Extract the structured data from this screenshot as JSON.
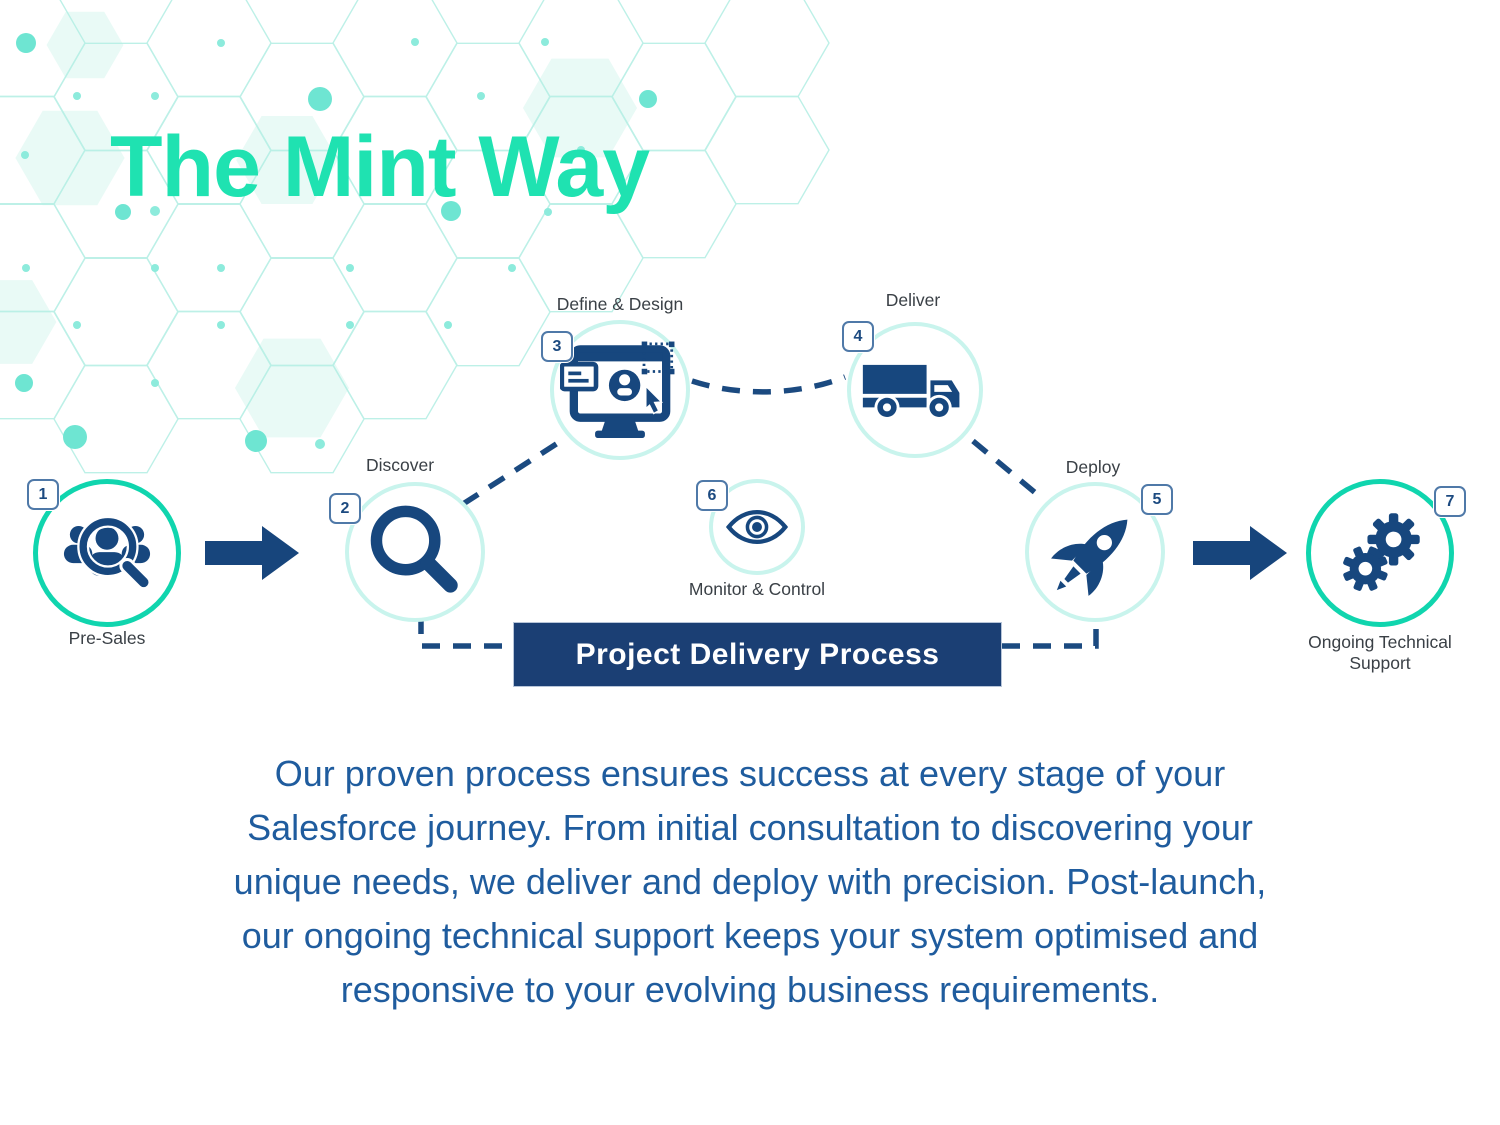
{
  "title": "The Mint Way",
  "banner": {
    "label": "Project Delivery Process"
  },
  "steps": [
    {
      "number": "1",
      "label": "Pre-Sales",
      "icon": "team-search-icon"
    },
    {
      "number": "2",
      "label": "Discover",
      "icon": "magnifier-icon"
    },
    {
      "number": "3",
      "label": "Define & Design",
      "icon": "design-monitor-icon"
    },
    {
      "number": "4",
      "label": "Deliver",
      "icon": "truck-icon"
    },
    {
      "number": "5",
      "label": "Deploy",
      "icon": "rocket-icon"
    },
    {
      "number": "6",
      "label": "Monitor & Control",
      "icon": "eye-icon"
    },
    {
      "number": "7",
      "label": "Ongoing Technical Support",
      "icon": "gears-icon"
    }
  ],
  "description": {
    "lines": [
      "Our proven process ensures success at every stage of your",
      "Salesforce journey. From initial consultation to discovering your",
      "unique needs, we deliver and deploy with precision. Post-launch,",
      "our ongoing technical support keeps your system optimised and",
      "responsive to your evolving business requirements."
    ]
  },
  "colors": {
    "brand_mint": "#1fe2b1",
    "circle_teal": "#10d5ae",
    "circle_light_mint": "#c9f4ed",
    "icon_navy": "#17477e",
    "banner_navy": "#1b3f74",
    "paragraph_blue": "#1f5c9e"
  }
}
